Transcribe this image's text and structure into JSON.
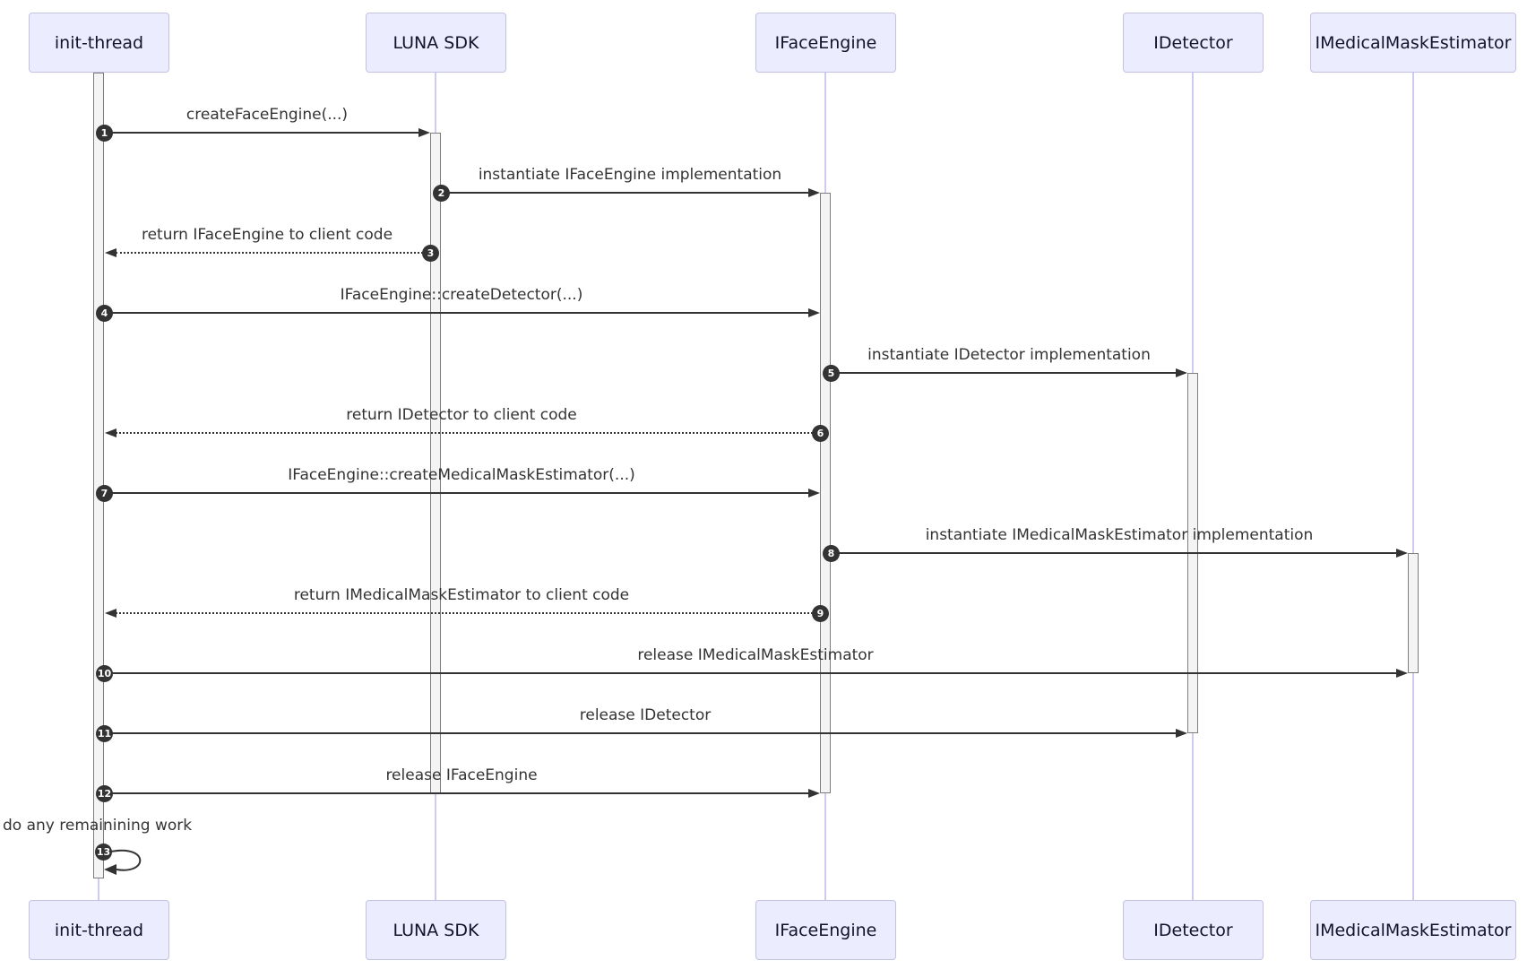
{
  "diagram": {
    "type": "sequence-diagram",
    "participants": [
      {
        "label": "init-thread"
      },
      {
        "label": "LUNA SDK"
      },
      {
        "label": "IFaceEngine"
      },
      {
        "label": "IDetector"
      },
      {
        "label": "IMedicalMaskEstimator"
      }
    ],
    "messages": [
      {
        "num": "1",
        "label": "createFaceEngine(...)",
        "from": "init-thread",
        "to": "LUNA SDK",
        "arrow": "solid"
      },
      {
        "num": "2",
        "label": "instantiate IFaceEngine implementation",
        "from": "LUNA SDK",
        "to": "IFaceEngine",
        "arrow": "solid"
      },
      {
        "num": "3",
        "label": "return IFaceEngine to client code",
        "from": "LUNA SDK",
        "to": "init-thread",
        "arrow": "dotted"
      },
      {
        "num": "4",
        "label": "IFaceEngine::createDetector(...)",
        "from": "init-thread",
        "to": "IFaceEngine",
        "arrow": "solid"
      },
      {
        "num": "5",
        "label": "instantiate IDetector implementation",
        "from": "IFaceEngine",
        "to": "IDetector",
        "arrow": "solid"
      },
      {
        "num": "6",
        "label": "return IDetector to client code",
        "from": "IFaceEngine",
        "to": "init-thread",
        "arrow": "dotted"
      },
      {
        "num": "7",
        "label": "IFaceEngine::createMedicalMaskEstimator(...)",
        "from": "init-thread",
        "to": "IFaceEngine",
        "arrow": "solid"
      },
      {
        "num": "8",
        "label": "instantiate IMedicalMaskEstimator implementation",
        "from": "IFaceEngine",
        "to": "IMedicalMaskEstimator",
        "arrow": "solid"
      },
      {
        "num": "9",
        "label": "return IMedicalMaskEstimator to client code",
        "from": "IFaceEngine",
        "to": "init-thread",
        "arrow": "dotted"
      },
      {
        "num": "10",
        "label": "release IMedicalMaskEstimator",
        "from": "init-thread",
        "to": "IMedicalMaskEstimator",
        "arrow": "solid"
      },
      {
        "num": "11",
        "label": "release IDetector",
        "from": "init-thread",
        "to": "IDetector",
        "arrow": "solid"
      },
      {
        "num": "12",
        "label": "release IFaceEngine",
        "from": "init-thread",
        "to": "IFaceEngine",
        "arrow": "solid"
      },
      {
        "num": "13",
        "label": "do any remainining work",
        "from": "init-thread",
        "to": "init-thread",
        "arrow": "self"
      }
    ],
    "colors": {
      "actor_fill": "#ECECFF",
      "actor_border": "#c2c2e0",
      "lifeline": "#ccccf2",
      "activation_fill": "#f4f4f4",
      "activation_border": "#7d7d7d",
      "message": "#333333",
      "number_badge_fill": "#333333",
      "number_badge_text": "#ffffff"
    }
  }
}
